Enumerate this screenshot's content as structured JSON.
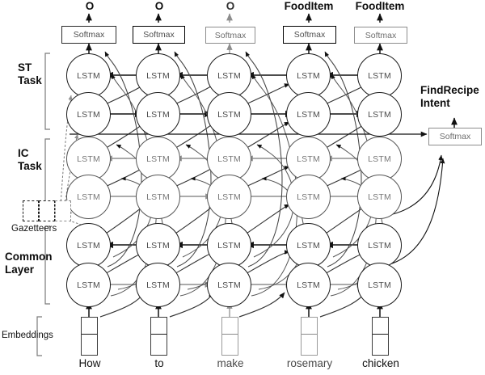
{
  "figure": {
    "type": "neural-network-architecture-diagram",
    "title_text": "",
    "node_label": "LSTM",
    "softmax_label": "Softmax"
  },
  "outputs": [
    {
      "label": "O",
      "emphasis": "bold"
    },
    {
      "label": "O",
      "emphasis": "bold"
    },
    {
      "label": "O",
      "emphasis": "gray"
    },
    {
      "label": "FoodItem",
      "emphasis": "bold"
    },
    {
      "label": "FoodItem",
      "emphasis": "bold"
    }
  ],
  "softmax_boxes": [
    {
      "label": "Softmax",
      "style": "normal"
    },
    {
      "label": "Softmax",
      "style": "bold"
    },
    {
      "label": "Softmax",
      "style": "light"
    },
    {
      "label": "Softmax",
      "style": "bold"
    },
    {
      "label": "Softmax",
      "style": "light"
    }
  ],
  "intent": {
    "label_line1": "FindRecipe",
    "label_line2": "Intent",
    "softmax_label": "Softmax"
  },
  "inputs": {
    "words": [
      "How",
      "to",
      "make",
      "rosemary",
      "chicken"
    ],
    "embeddings_label": "Embeddings"
  },
  "layers": [
    {
      "name": "ST Task",
      "line1": "ST",
      "line2": "Task",
      "rows": [
        0,
        1
      ]
    },
    {
      "name": "IC Task",
      "line1": "IC",
      "line2": "Task",
      "rows": [
        2,
        3
      ]
    },
    {
      "name": "Common Layer",
      "line1": "Common",
      "line2": "Layer",
      "rows": [
        4,
        5
      ]
    }
  ],
  "gazetteers": {
    "label": "Gazetteers",
    "cell_count": 3
  },
  "grid": {
    "columns": 5,
    "rows": 6,
    "row_directions": [
      "backward",
      "forward",
      "backward",
      "forward",
      "backward",
      "forward"
    ],
    "node_label": "LSTM"
  },
  "colors": {
    "stroke": "#1a1a1a",
    "stroke_light": "#8d8d8d",
    "text": "#0d0d0d",
    "background": "#ffffff"
  }
}
